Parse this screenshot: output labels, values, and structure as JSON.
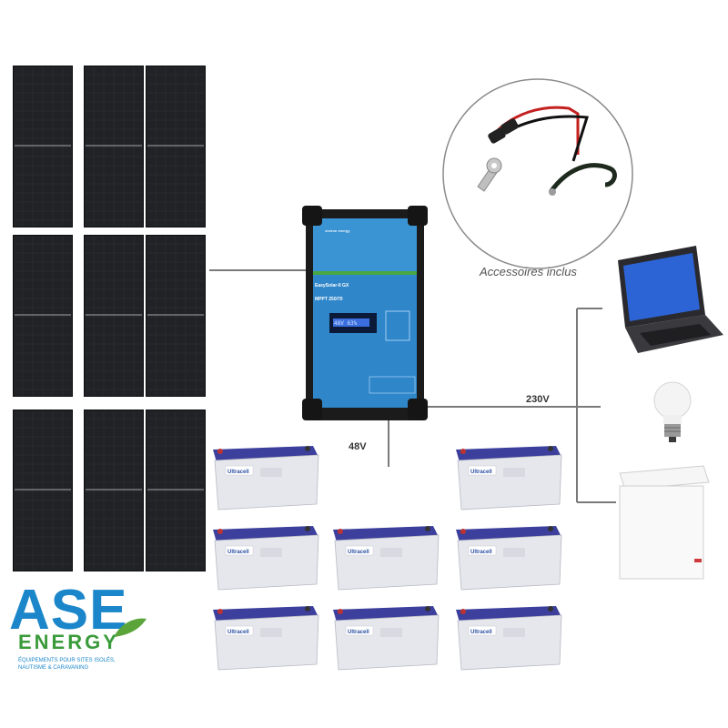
{
  "labels": {
    "dc_voltage": "48V",
    "ac_voltage": "230V",
    "accessories": "Accessoires inclus"
  },
  "inverter": {
    "brand": "victron energy",
    "model": "EasySolar-II GX",
    "mppt": "MPPT 250/70",
    "display": "48V 63%"
  },
  "battery_brand": "Ultracell",
  "logo": {
    "name": "ASE",
    "subname": "ENERGY",
    "tagline": "ÉQUIPEMENTS POUR SITES ISOLÉS, NAUTISME & CARAVANING"
  },
  "appliances": [
    "laptop-icon",
    "light-bulb-icon",
    "chest-freezer-icon"
  ],
  "colors": {
    "inverter_blue": "#2f86c9",
    "battery_lid": "#3c3f9c",
    "battery_body": "#e6e7ec",
    "brand_blue": "#1b86c9",
    "brand_green": "#3a9b3a",
    "panel_dark": "#1a1c1f"
  }
}
